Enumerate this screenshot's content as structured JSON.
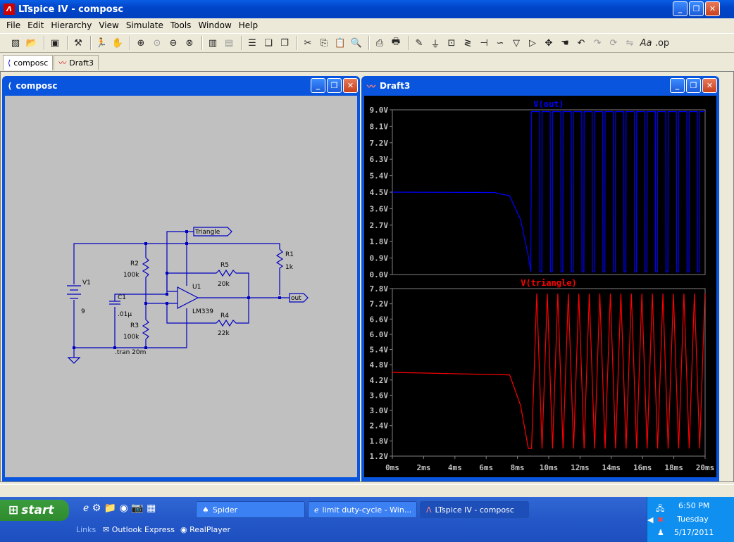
{
  "window": {
    "title": "LTspice IV - composc",
    "app_icon": "Λ"
  },
  "menu": [
    "File",
    "Edit",
    "Hierarchy",
    "View",
    "Simulate",
    "Tools",
    "Window",
    "Help"
  ],
  "tabs": [
    {
      "label": "composc",
      "icon": "schematic-icon"
    },
    {
      "label": "Draft3",
      "icon": "waveform-icon"
    }
  ],
  "schematic": {
    "title": "composc",
    "labels": {
      "triangle": "Triangle",
      "r1": "R1",
      "r1v": "1k",
      "r2": "R2",
      "r2v": "100k",
      "r5": "R5",
      "r5v": "20k",
      "u1": "U1",
      "u1v": "LM339",
      "out": "out",
      "v1": "V1",
      "v1v": "9",
      "c1": "C1",
      "c1v": ".01µ",
      "r3": "R3",
      "r3v": "100k",
      "r4": "R4",
      "r4v": "22k",
      "directive": ".tran 20m"
    }
  },
  "plot": {
    "title": "Draft3"
  },
  "chart_data": [
    {
      "type": "line",
      "title": "V(out)",
      "ylim": [
        0.0,
        9.0
      ],
      "yticks": [
        "9.0V",
        "8.1V",
        "7.2V",
        "6.3V",
        "5.4V",
        "4.5V",
        "3.6V",
        "2.7V",
        "1.8V",
        "0.9V",
        "0.0V"
      ],
      "color": "#0000ff",
      "series": [
        {
          "name": "V(out)",
          "x_ms": [
            0,
            6.5,
            7.5,
            8.2,
            8.7,
            8.85,
            8.9,
            9.45,
            9.5,
            20
          ],
          "y": [
            4.5,
            4.48,
            4.3,
            3.0,
            1.0,
            0.15,
            8.9,
            8.9,
            0.15,
            8.9
          ],
          "note_square": {
            "start_ms": 8.9,
            "period_ms": 0.672,
            "high": 8.9,
            "low": 0.15
          }
        }
      ]
    },
    {
      "type": "line",
      "title": "V(triangle)",
      "ylim": [
        1.2,
        7.8
      ],
      "yticks": [
        "7.8V",
        "7.2V",
        "6.6V",
        "6.0V",
        "5.4V",
        "4.8V",
        "4.2V",
        "3.6V",
        "3.0V",
        "2.4V",
        "1.8V",
        "1.2V"
      ],
      "color": "#ff0000",
      "series": [
        {
          "name": "V(triangle)",
          "x_ms": [
            0,
            7.5,
            8.2,
            8.7,
            8.9
          ],
          "y": [
            4.5,
            4.4,
            3.2,
            1.5,
            1.5
          ],
          "note_triangle": {
            "start_ms": 8.9,
            "period_ms": 0.672,
            "high": 7.6,
            "low": 1.5
          }
        }
      ]
    }
  ],
  "x_axis": {
    "ticks": [
      "0ms",
      "2ms",
      "4ms",
      "6ms",
      "8ms",
      "10ms",
      "12ms",
      "14ms",
      "16ms",
      "18ms",
      "20ms"
    ],
    "range_ms": [
      0,
      20
    ]
  },
  "taskbar": {
    "start": "start",
    "tasks": [
      "Spider",
      "limit duty-cycle - Win...",
      "LTspice IV - composc"
    ],
    "links": "Links",
    "quick": [
      "Outlook Express",
      "RealPlayer"
    ],
    "time": "6:50 PM",
    "day": "Tuesday",
    "date": "5/17/2011"
  }
}
